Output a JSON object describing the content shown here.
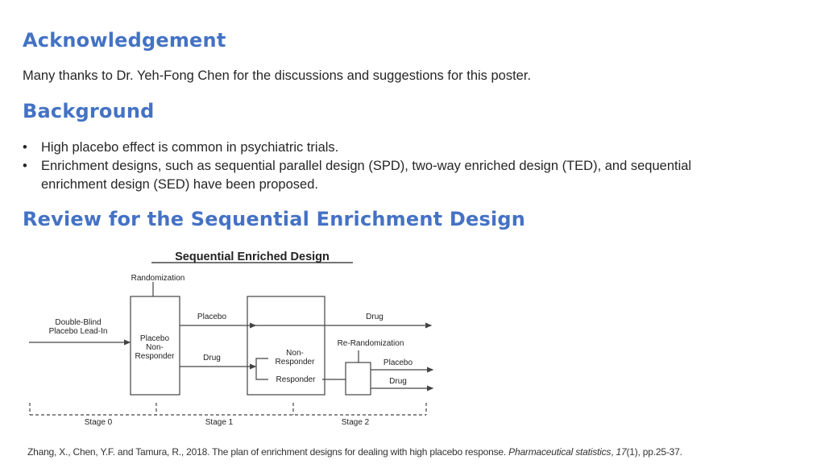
{
  "acknowledgement": {
    "heading": "Acknowledgement",
    "text": "Many thanks to Dr. Yeh-Fong Chen for the discussions and suggestions for this poster."
  },
  "background": {
    "heading": "Background",
    "bullet_glyph": "•",
    "items": [
      "High placebo effect is common in psychiatric trials.",
      "Enrichment designs, such as sequential parallel design (SPD), two-way enriched design (TED), and sequential enrichment design (SED) have been proposed."
    ]
  },
  "review": {
    "heading": "Review for the Sequential Enrichment Design"
  },
  "diagram": {
    "title": "Sequential Enriched Design",
    "randomization": "Randomization",
    "lead_in_line1": "Double-Blind",
    "lead_in_line2": "Placebo Lead-In",
    "box1_line1": "Placebo",
    "box1_line2": "Non-",
    "box1_line3": "Responder",
    "arm_placebo": "Placebo",
    "arm_drug": "Drug",
    "stage1_drug": "Drug",
    "non_responder_line1": "Non-",
    "non_responder_line2": "Responder",
    "responder": "Responder",
    "re_randomization": "Re-Randomization",
    "stage2_placebo": "Placebo",
    "stage2_drug": "Drug",
    "stages": [
      "Stage 0",
      "Stage 1",
      "Stage 2"
    ]
  },
  "citation": {
    "text": "Zhang, X., Chen, Y.F. and Tamura, R., 2018. The plan of enrichment designs for dealing with high placebo response. ",
    "journal": "Pharmaceutical statistics",
    "sep": ", ",
    "volume": "17",
    "rest": "(1), pp.25-37."
  },
  "colors": {
    "heading": "#4472c4",
    "body_text": "#262626"
  }
}
